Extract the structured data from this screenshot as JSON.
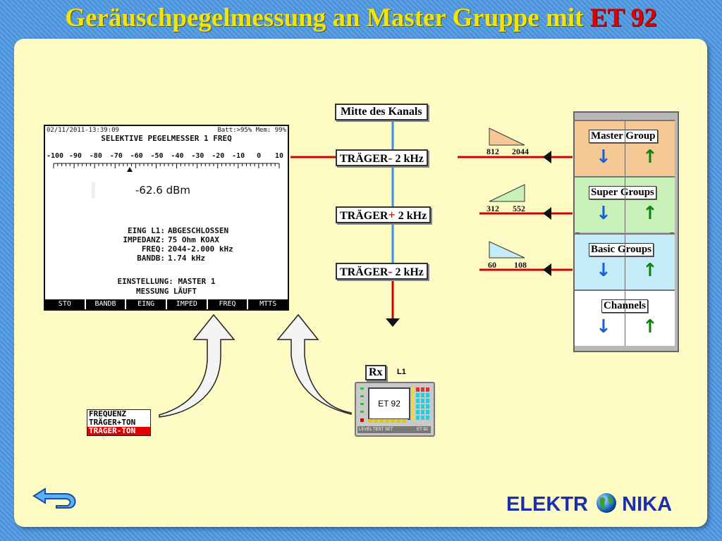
{
  "title": {
    "main": "Geräuschpegelmessung an Master Gruppe mit",
    "accent": "ET 92"
  },
  "screen": {
    "datetime": "02/11/2011-13:39:09",
    "status": "Batt:>95% Mem: 99%",
    "heading": "SELEKTIVE PEGELMESSER 1 FREQ",
    "scale": [
      "-100",
      "-90",
      "-80",
      "-70",
      "-60",
      "-50",
      "-40",
      "-30",
      "-20",
      "-10",
      "0",
      "10"
    ],
    "reading": "-62.6 dBm",
    "info": [
      {
        "label": "EING L1:",
        "value": "ABGESCHLOSSEN"
      },
      {
        "label": "IMPEDANZ:",
        "value": "75 Ohm KOAX"
      },
      {
        "label": "FREQ:",
        "value": "2044-2.000 kHz"
      },
      {
        "label": "BANDB:",
        "value": "1.74 kHz"
      }
    ],
    "setting": "EINSTELLUNG: MASTER 1",
    "measuring": "MESSUNG LÄUFT",
    "fkeys": [
      "STO",
      "BANDB",
      "EING",
      "IMPED",
      "FREQ",
      "MTTS"
    ]
  },
  "mid_label": "Mitte des Kanals",
  "carriers": [
    {
      "text": "TRÄGER",
      "sign": "-",
      "freq": "2 kHz"
    },
    {
      "text": "TRÄGER",
      "sign": "+",
      "freq": "2 kHz"
    },
    {
      "text": "TRÄGER",
      "sign": "-",
      "freq": "2 kHz"
    }
  ],
  "bands": [
    {
      "low": "812",
      "high": "2044",
      "color": "#f5c896"
    },
    {
      "low": "312",
      "high": "552",
      "color": "#c8f0b8"
    },
    {
      "low": "60",
      "high": "108",
      "color": "#c4ecf8"
    }
  ],
  "groups": [
    {
      "label": "Master Group",
      "color": "#f5c896"
    },
    {
      "label": "Super Groups",
      "color": "#c8f0b8"
    },
    {
      "label": "Basic Groups",
      "color": "#c4ecf8"
    },
    {
      "label": "Channels",
      "color": "#ffffff"
    }
  ],
  "arrows": {
    "down": "↓",
    "up": "↑",
    "down_color": "#1a5fd6",
    "up_color": "#108010"
  },
  "rx": {
    "label": "Rx",
    "port": "L1"
  },
  "device": {
    "name": "ET 92",
    "footer_left": "LEVEL TEST SET",
    "footer_right": "ET 92"
  },
  "selector": [
    "FREQUENZ",
    "TRÄGER+TON",
    "TRÄGER-TON"
  ],
  "selector_active": 2,
  "logo": {
    "left": "ELEKTR",
    "right": "NIKA"
  }
}
